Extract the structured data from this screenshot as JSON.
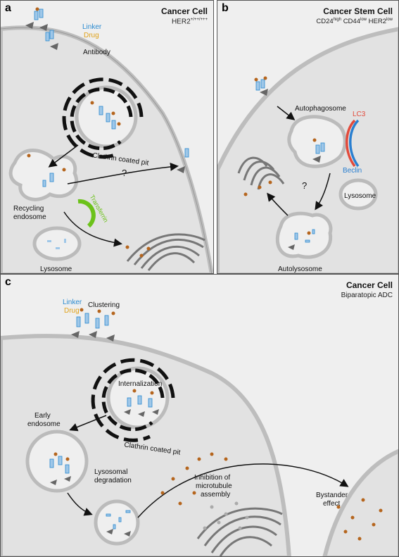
{
  "panel_a": {
    "letter": "a",
    "title": "Cancer Cell",
    "subtitle": "HER2",
    "subtitle_sup": "+/++/+++",
    "labels": {
      "linker": "Linker",
      "drug": "Drug",
      "antibody": "Antibody",
      "clathrin": "Clathrin coated pit",
      "question": "?",
      "recycling": "Recycling",
      "endosome": "endosome",
      "transferrin": "Transferrin",
      "lysosome": "Lysosome"
    }
  },
  "panel_b": {
    "letter": "b",
    "title": "Cancer Stem Cell",
    "sub_cd24": "CD24",
    "sub_cd24_sup": "high",
    "sub_cd44": "CD44",
    "sub_cd44_sup": "low",
    "sub_her2": "HER2",
    "sub_her2_sup": "low",
    "labels": {
      "autophagosome": "Autophagosome",
      "lc3": "LC3",
      "beclin": "Beclin",
      "question": "?",
      "lysosome": "Lysosome",
      "autolysosome": "Autolysosome"
    }
  },
  "panel_c": {
    "letter": "c",
    "title": "Cancer Cell",
    "subtitle": "Biparatopic ADC",
    "labels": {
      "linker": "Linker",
      "drug": "Drug",
      "clustering": "Clustering",
      "internalization": "Internalization",
      "early": "Early",
      "endosome": "endosome",
      "clathrin": "Clathrin coated pit",
      "lysosomal": "Lysosomal",
      "degradation": "degradation",
      "inhibition1": "Inhibition of",
      "inhibition2": "microtubule",
      "inhibition3": "assembly",
      "bystander1": "Bystander",
      "bystander2": "effect"
    }
  },
  "colors": {
    "panel_bg": "#efefef",
    "cell_fill": "#e2e2e2",
    "membrane": "#bdbdbd",
    "linker_blue": "#2a8ad0",
    "drug_orange": "#e0a21a",
    "lc3_red": "#e24a3b",
    "beclin_blue": "#2a7fd0",
    "transferrin_green": "#6cc21a"
  }
}
